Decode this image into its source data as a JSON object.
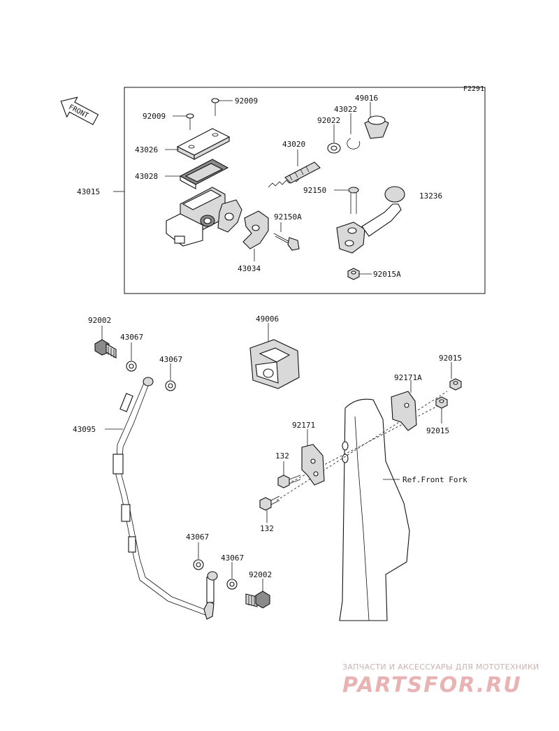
{
  "diagram_code": "F2291",
  "front_indicator": "FRONT",
  "assembly_box": {
    "assembly_label": "43015"
  },
  "parts": {
    "p92009_a": "92009",
    "p92009_b": "92009",
    "p49016": "49016",
    "p43022": "43022",
    "p92022": "92022",
    "p43026": "43026",
    "p43020": "43020",
    "p43028": "43028",
    "p92150": "92150",
    "p13236": "13236",
    "p92150a": "92150A",
    "p43034": "43034",
    "p92015a": "92015A",
    "p92002_top": "92002",
    "p43067_a": "43067",
    "p43067_b": "43067",
    "p49006": "49006",
    "p92015_top": "92015",
    "p92171a": "92171A",
    "p43095": "43095",
    "p92015_bot": "92015",
    "p92171": "92171",
    "p132_top": "132",
    "p132_bot": "132",
    "ref_front_fork": "Ref.Front Fork",
    "p43067_c": "43067",
    "p43067_d": "43067",
    "p92002_bot": "92002"
  },
  "watermark": {
    "tagline": "ЗАПЧАСТИ И АКСЕССУАРЫ ДЛЯ МОТОТЕХНИКИ",
    "logo_text": "PARTSFOR.RU"
  }
}
